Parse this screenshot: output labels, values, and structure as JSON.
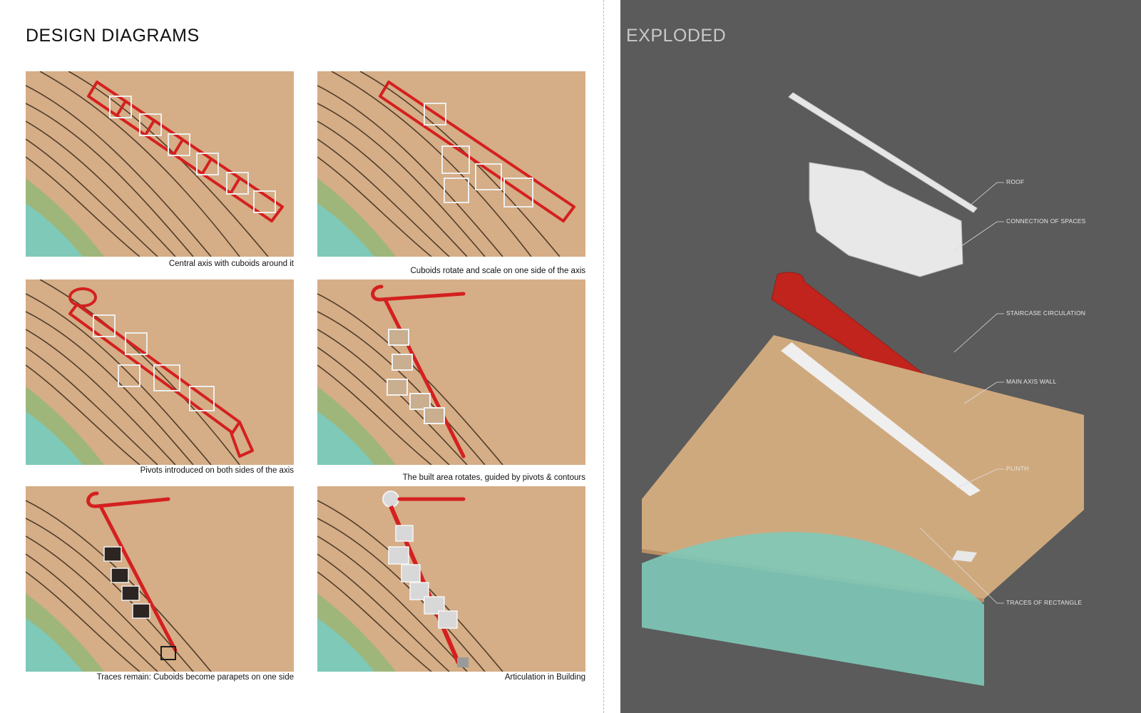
{
  "left_title": "DESIGN DIAGRAMS",
  "right_title": "EXPLODED",
  "diagrams": [
    {
      "caption": "Central axis with cuboids around it"
    },
    {
      "caption": "Cuboids rotate and scale on one side of the axis"
    },
    {
      "caption": "Pivots introduced on both sides of the axis"
    },
    {
      "caption": "The built area rotates, guided by pivots & contours"
    },
    {
      "caption": "Traces remain: Cuboids become parapets on one side"
    },
    {
      "caption": "Articulation in Building"
    }
  ],
  "exploded_labels": [
    "ROOF",
    "CONNECTION OF SPACES",
    "STAIRCASE CIRCULATION",
    "MAIN AXIS WALL",
    "PLINTH",
    "TRACES OF RECTANGLE"
  ],
  "colors": {
    "accent_red": "#d42020",
    "terrain": "#d5ad86",
    "water": "#7ec9b8",
    "dark_panel": "#5b5b5b"
  }
}
